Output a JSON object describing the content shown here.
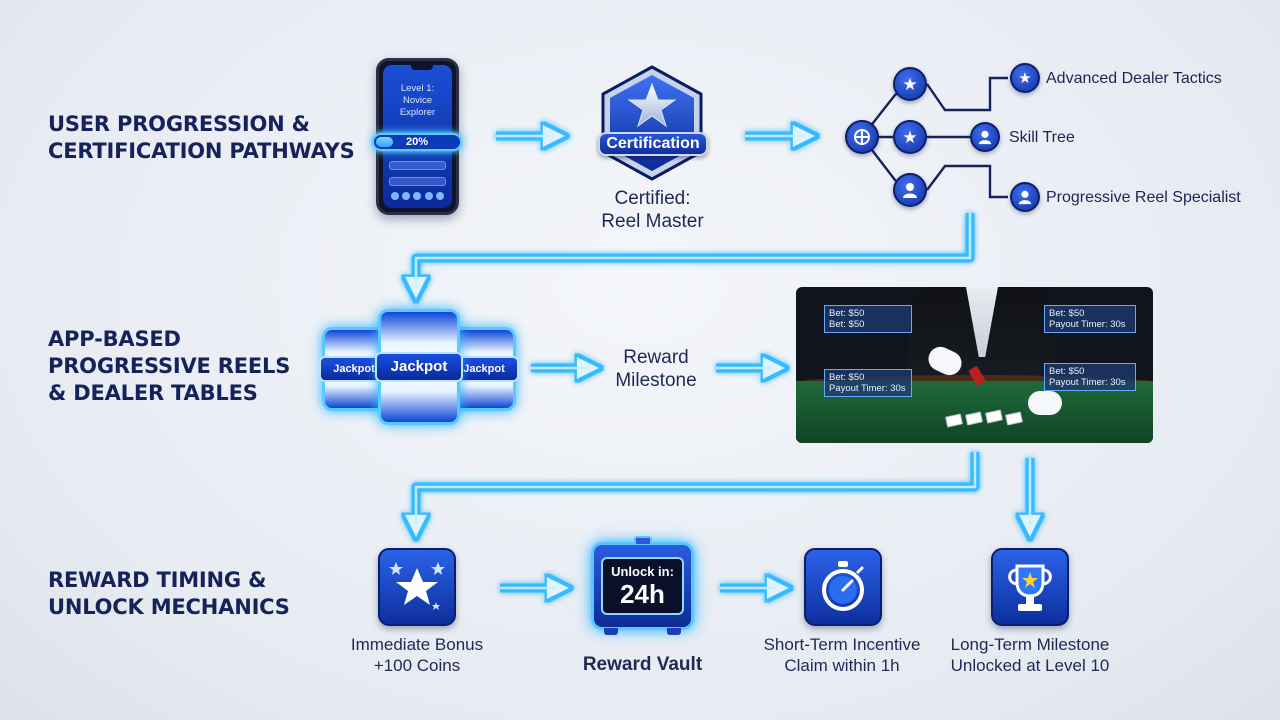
{
  "sections": [
    {
      "line1": "USER PROGRESSION &",
      "line2": "CERTIFICATION PATHWAYS"
    },
    {
      "line1": "APP-BASED",
      "line2": "PROGRESSIVE REELS",
      "line3": "& DEALER TABLES"
    },
    {
      "line1": "REWARD TIMING &",
      "line2": "UNLOCK MECHANICS"
    }
  ],
  "phone": {
    "level_line1": "Level 1:",
    "level_line2": "Novice Explorer",
    "progress_text": "20%",
    "progress": 0.2
  },
  "certificate": {
    "badge_label": "Certification",
    "caption_line1": "Certified:",
    "caption_line2": "Reel Master"
  },
  "skill_tree": {
    "items": [
      {
        "label": "Advanced Dealer Tactics",
        "icon": "star-icon"
      },
      {
        "label": "Skill Tree",
        "icon": "user-icon"
      },
      {
        "label": "Progressive Reel Specialist",
        "icon": "user-icon"
      }
    ]
  },
  "reels": {
    "left_label": "Jackpot",
    "center_label": "Jackpot",
    "right_label": "Jackpot"
  },
  "reward_milestone": {
    "line1": "Reward",
    "line2": "Milestone"
  },
  "dealer_table": {
    "box_top_left": {
      "line1": "Bet: $50",
      "line2": "Bet: $50"
    },
    "box_top_right": {
      "line1": "Bet: $50",
      "line2": "Payout Timer: 30s"
    },
    "box_bottom_left": {
      "line1": "Bet: $50",
      "line2": "Payout Timer: 30s"
    },
    "box_bottom_right": {
      "line1": "Bet: $50",
      "line2": "Payout Timer: 30s"
    }
  },
  "rewards": {
    "immediate": {
      "line1": "Immediate Bonus",
      "line2": "+100 Coins",
      "icon": "stars-icon"
    },
    "vault": {
      "screen_line1": "Unlock in:",
      "screen_line2": "24h",
      "label": "Reward Vault"
    },
    "short_term": {
      "line1": "Short-Term Incentive",
      "line2": "Claim within 1h",
      "icon": "stopwatch-icon"
    },
    "long_term": {
      "line1": "Long-Term Milestone",
      "line2": "Unlocked at Level 10",
      "icon": "trophy-icon"
    }
  },
  "colors": {
    "arrow": "#2fb8ff",
    "arrow_glow": "#8fdcff",
    "accent_blue": "#1338b8",
    "title": "#16235a"
  }
}
